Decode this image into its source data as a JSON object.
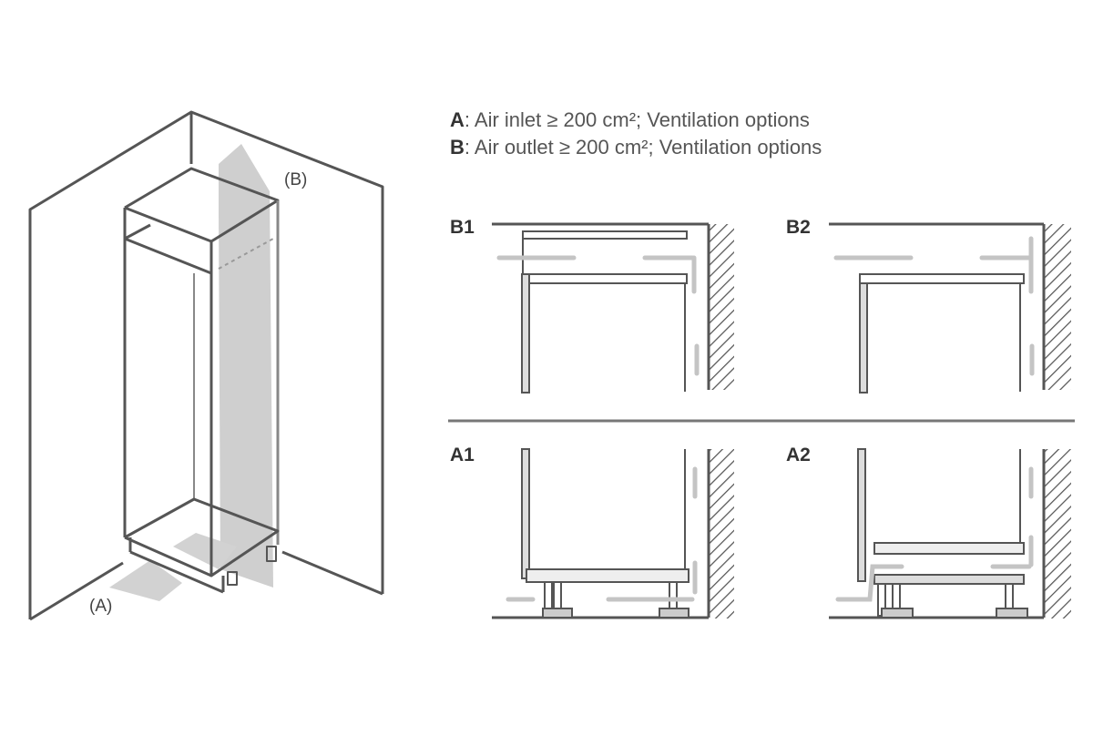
{
  "legend": {
    "items": [
      {
        "key": "A",
        "text": ": Air inlet ≥ 200 cm²; Ventilation options"
      },
      {
        "key": "B",
        "text": ": Air outlet ≥ 200 cm²; Ventilation options"
      }
    ]
  },
  "isometric": {
    "outlet_label": "(B)",
    "inlet_label": "(A)"
  },
  "panels": {
    "b1": {
      "label": "B1"
    },
    "b2": {
      "label": "B2"
    },
    "a1": {
      "label": "A1"
    },
    "a2": {
      "label": "A2"
    }
  },
  "colors": {
    "line": "#555555",
    "airflow": "#c8c8c8",
    "text": "#444444"
  }
}
